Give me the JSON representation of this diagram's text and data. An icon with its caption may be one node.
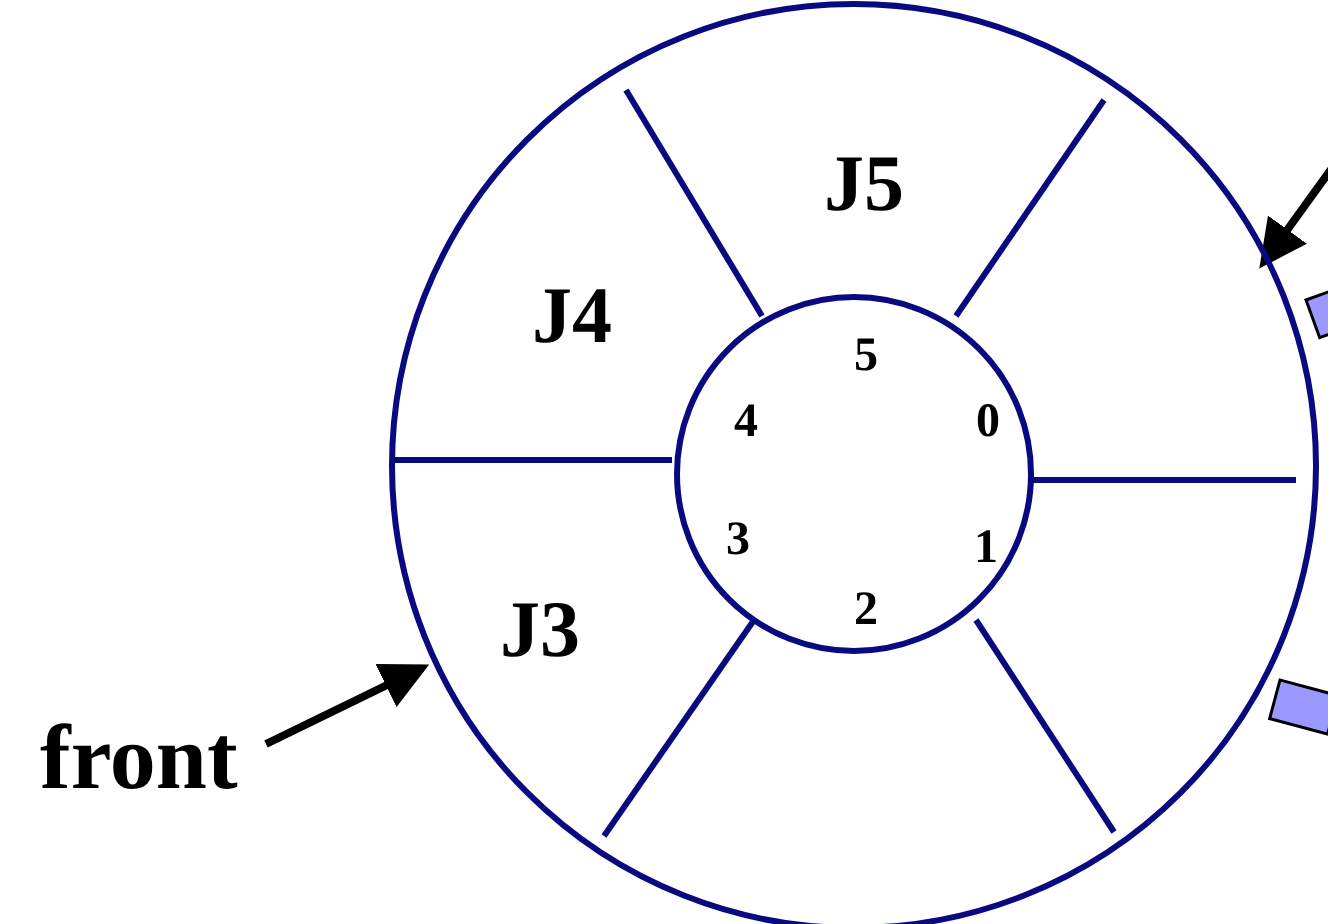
{
  "diagram": {
    "nodes": [
      {
        "text": [],
        "shape": "circle"
      },
      {
        "text": [
          "J5"
        ],
        "in": 0
      },
      {
        "text": [
          "J4"
        ],
        "in": 0
      },
      {
        "text": [
          "J3"
        ],
        "in": 0
      },
      {
        "text": [
          "5",
          "4",
          "0",
          "3",
          "1",
          "2"
        ],
        "in": 0
      },
      {
        "text": [
          "front"
        ]
      }
    ],
    "edges": [
      {
        "from": 5,
        "to": 0,
        "arrow": "to"
      },
      {
        "from": null,
        "to": 0,
        "arrow": "to"
      }
    ]
  }
}
